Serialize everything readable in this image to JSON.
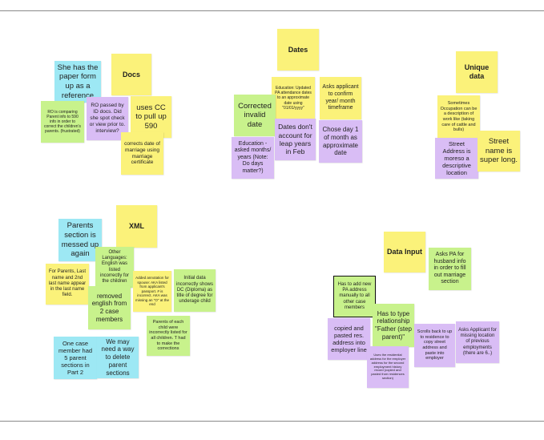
{
  "colors": {
    "yellow": "#fbf27a",
    "green": "#c8f28c",
    "blue": "#9de8f4",
    "purple": "#d9bdf5"
  },
  "notes": [
    {
      "id": "docs-title",
      "text": "Docs",
      "color": "yellow",
      "title": true
    },
    {
      "id": "she-has-paper",
      "text": "She has the paper form up as a reference",
      "color": "blue"
    },
    {
      "id": "ro-comparing",
      "text": "RO is comparing Parent info to 590 info in order to correct the children's parents. (frustrated)",
      "color": "green"
    },
    {
      "id": "ro-passed-id",
      "text": "RO passed by ID docs. Did she spot check or view prior to. interview?",
      "color": "purple"
    },
    {
      "id": "uses-cc",
      "text": "uses CC to pull up 590",
      "color": "yellow"
    },
    {
      "id": "corrects-date-marriage",
      "text": "corrects date of marriage using marriage certificate",
      "color": "yellow"
    },
    {
      "id": "dates-title",
      "text": "Dates",
      "color": "yellow",
      "title": true
    },
    {
      "id": "education-updated",
      "text": "Education: Updated PA attendance dates to an approximate date using \"01/01/yyyy\"",
      "color": "yellow"
    },
    {
      "id": "asks-applicant-confirm",
      "text": "Asks applicant to confirm year/ month timeframe",
      "color": "yellow"
    },
    {
      "id": "corrected-invalid-date",
      "text": "Corrected invalid date",
      "color": "green"
    },
    {
      "id": "dates-dont-account",
      "text": "Dates don't account for leap years in Feb",
      "color": "purple"
    },
    {
      "id": "chose-day-1",
      "text": "Chose day 1 of month as approximate date",
      "color": "purple"
    },
    {
      "id": "education-asked",
      "text": "Education - asked months/ years (Note: Do days matter?)",
      "color": "purple"
    },
    {
      "id": "unique-title",
      "text": "Unique data",
      "color": "yellow",
      "title": true
    },
    {
      "id": "sometimes-occupation",
      "text": "Sometimes Occupation can be a description of work like (taking care of cattle and bulls)",
      "color": "yellow"
    },
    {
      "id": "street-address-descriptive",
      "text": "Street Address is moreso a descriptive location",
      "color": "purple"
    },
    {
      "id": "street-name-long",
      "text": "Street name is super long.",
      "color": "yellow"
    },
    {
      "id": "xml-title",
      "text": "XML",
      "color": "yellow",
      "title": true
    },
    {
      "id": "parents-section-messed",
      "text": "Parents section is messed up again",
      "color": "blue"
    },
    {
      "id": "other-languages",
      "text": "Other Languages: English was listed incorrectly for the children",
      "color": "green"
    },
    {
      "id": "for-parents-last-name",
      "text": "For Parents, Last name and 2nd last name appear in the last name field.",
      "color": "yellow"
    },
    {
      "id": "added-annotation",
      "text": "Added annotation for spouse: AKA listed from applicant's passport. # is incorrect. AKA was missing an \"O\" at the end",
      "color": "yellow"
    },
    {
      "id": "initial-data-incorrect",
      "text": "Initial data incorrectly shows DC (Diploma) as title of degree for underage child",
      "color": "green"
    },
    {
      "id": "removed-english",
      "text": "removed english from 2 case members",
      "color": "green"
    },
    {
      "id": "parents-each-child",
      "text": "Parents of each child were incorrectly listed for all children. T had to make the corrections",
      "color": "green"
    },
    {
      "id": "one-case-member",
      "text": "One case member had 5 parent sections in Part 2",
      "color": "blue"
    },
    {
      "id": "may-need-delete",
      "text": "We may need a way to delete parent sections",
      "color": "blue"
    },
    {
      "id": "data-input-title",
      "text": "Data Input",
      "color": "yellow",
      "title": true
    },
    {
      "id": "asks-pa-husband",
      "text": "Asks PA for husband info in order to fill out marriage section",
      "color": "green"
    },
    {
      "id": "has-to-add-new-pa",
      "text": "Has to add new PA address manually to all other case members",
      "color": "green",
      "selected": true
    },
    {
      "id": "has-to-type-relationship",
      "text": "Has to type relationship \"Father (step parent)\"",
      "color": "green"
    },
    {
      "id": "copied-pasted",
      "text": "copied and pasted res. address into employer line",
      "color": "purple"
    },
    {
      "id": "uses-residential",
      "text": "Uses the residential address for the employer address for the second employment history record (copied and pasted from residences section)",
      "color": "purple"
    },
    {
      "id": "scrolls-back",
      "text": "Scrolls back to up to residence to copy street address and paste into employer",
      "color": "purple"
    },
    {
      "id": "asks-applicant-missing",
      "text": "Asks Applicant for missing location of previous employments (there are 6..)",
      "color": "purple"
    }
  ]
}
